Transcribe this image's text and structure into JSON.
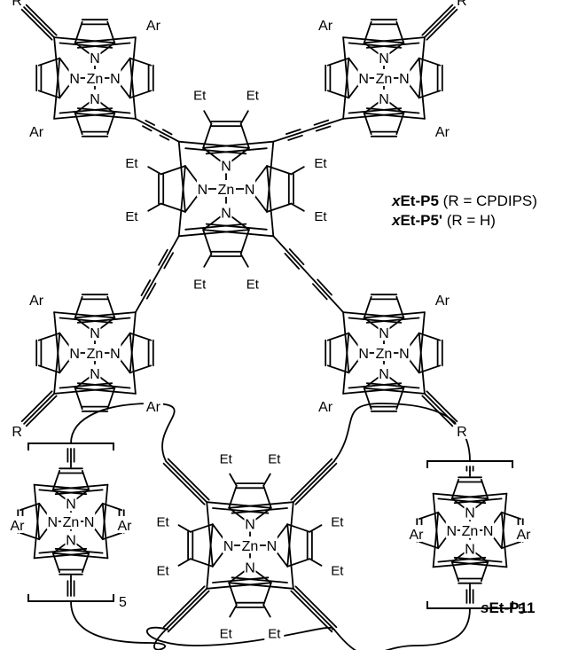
{
  "atoms": {
    "zinc": "Zn",
    "nitrogen": "N",
    "ethyl": "Et",
    "aryl": "Ar",
    "substituent": "R"
  },
  "labels": {
    "xet_p5": {
      "prefix": "x",
      "name": "Et-P5",
      "detail": " (R = CPDIPS)"
    },
    "xet_p5_prime": {
      "prefix": "x",
      "name": "Et-P5'",
      "detail": " (R = H)"
    },
    "set_p11": {
      "prefix": "s",
      "name": "Et-P11"
    }
  },
  "repeat_count": "5"
}
